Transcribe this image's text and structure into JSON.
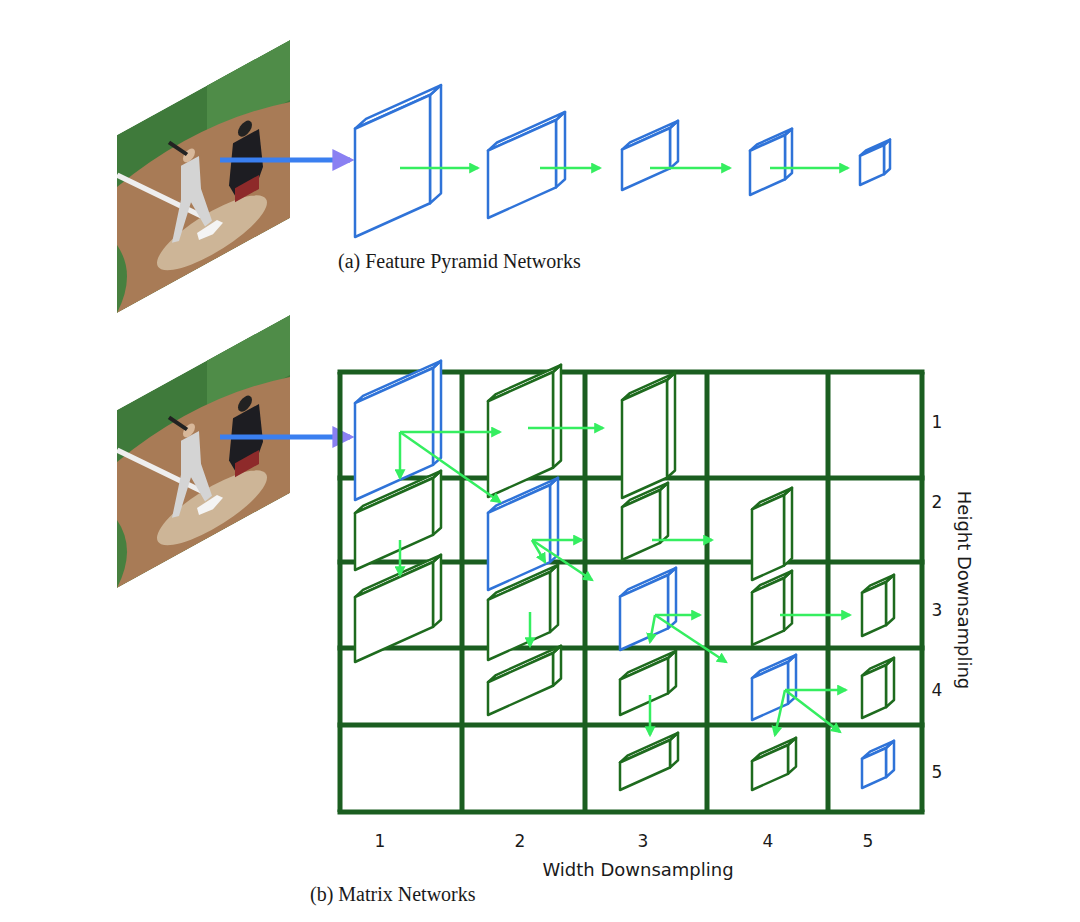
{
  "diagram": {
    "labels": [
      "(a) Feature Pyramid Networks",
      "(b) Matrix Networks",
      "1",
      "2",
      "3",
      "4",
      "5",
      "Height Downsampling",
      "1",
      "2",
      "3",
      "4",
      "5",
      "Width Downsampling"
    ]
  }
}
